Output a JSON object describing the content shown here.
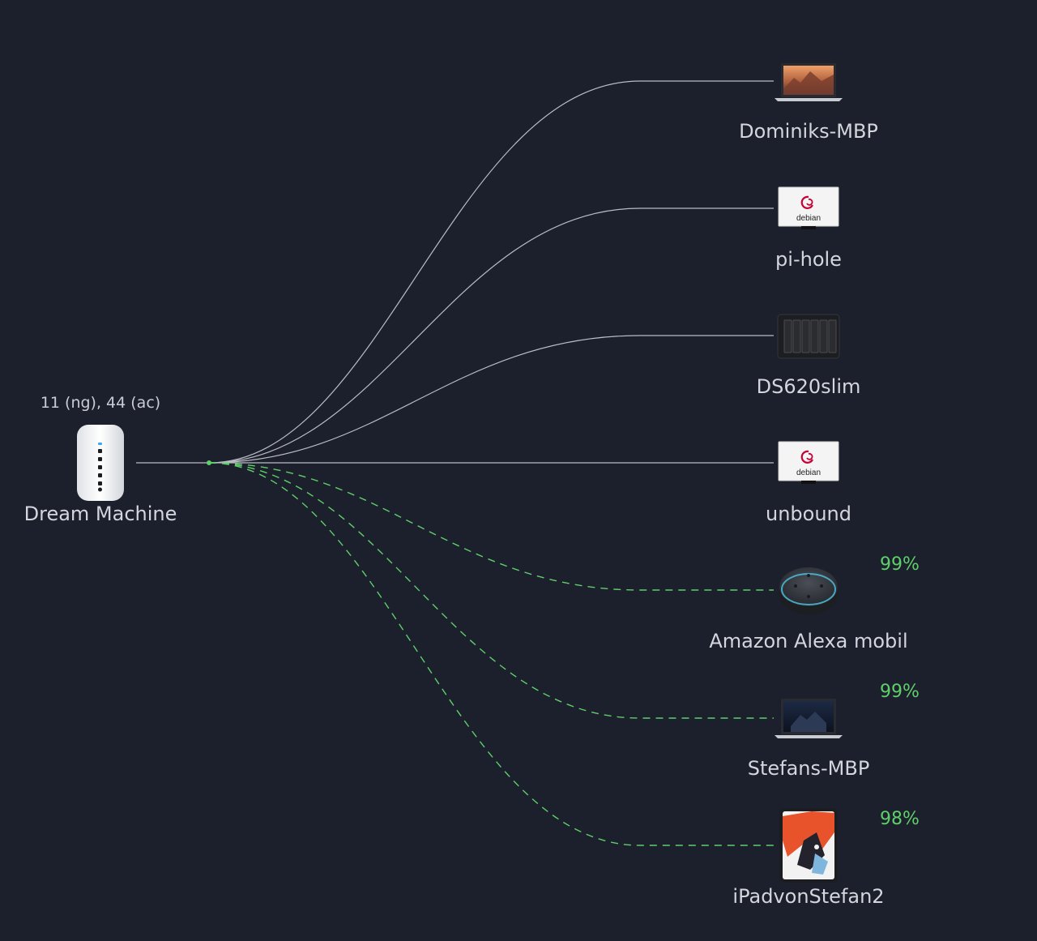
{
  "root": {
    "name": "Dream Machine",
    "channels": "11 (ng), 44 (ac)",
    "icon": "router-icon"
  },
  "clients": [
    {
      "name": "Dominiks-MBP",
      "link": "wired",
      "signal": "",
      "icon": "macbook-icon"
    },
    {
      "name": "pi-hole",
      "link": "wired",
      "signal": "",
      "icon": "debian-monitor-icon"
    },
    {
      "name": "DS620slim",
      "link": "wired",
      "signal": "",
      "icon": "nas-icon"
    },
    {
      "name": "unbound",
      "link": "wired",
      "signal": "",
      "icon": "debian-monitor-icon"
    },
    {
      "name": "Amazon Alexa mobil",
      "link": "wireless",
      "signal": "99%",
      "icon": "echo-dot-icon"
    },
    {
      "name": "Stefans-MBP",
      "link": "wireless",
      "signal": "99%",
      "icon": "macbook-dark-icon"
    },
    {
      "name": "iPadvonStefan2",
      "link": "wireless",
      "signal": "98%",
      "icon": "ipad-icon"
    }
  ],
  "colors": {
    "background": "#1c1f2c",
    "wired_line": "#b9bcc4",
    "wireless_line": "#5fcf6a",
    "signal_text": "#5fcf6a"
  }
}
